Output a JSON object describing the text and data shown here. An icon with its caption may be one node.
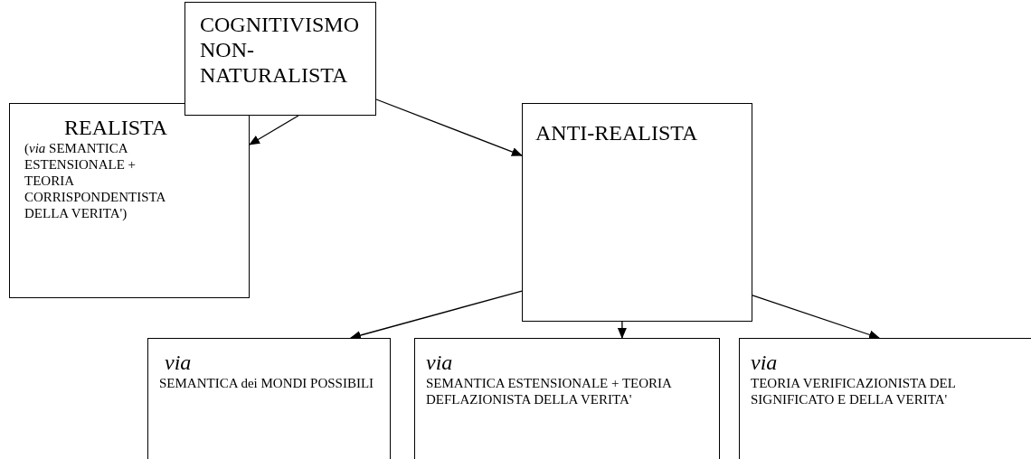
{
  "diagram": {
    "nodes": [
      {
        "text": [
          "COGNITIVISMO NON-NATURALISTA"
        ]
      },
      {
        "text": [
          "REALISTA",
          "(*via* SEMANTICA ESTENSIONALE + TEORIA CORRISPONDENTISTA DELLA VERITA')"
        ]
      },
      {
        "text": [
          "ANTI-REALISTA"
        ]
      },
      {
        "text": [
          "via",
          "SEMANTICA dei MONDI POSSIBILI"
        ]
      },
      {
        "text": [
          "via",
          "SEMANTICA ESTENSIONALE + TEORIA DEFLAZIONISTA DELLA VERITA'"
        ]
      },
      {
        "text": [
          "via",
          "TEORIA VERIFICAZIONISTA DEL SIGNIFICATO E DELLA VERITA'"
        ]
      }
    ],
    "edges": [
      {
        "from": 0,
        "to": 1,
        "arrow": "to"
      },
      {
        "from": 0,
        "to": 2,
        "arrow": "to"
      },
      {
        "from": 2,
        "to": 3,
        "arrow": "to"
      },
      {
        "from": 2,
        "to": 4,
        "arrow": "to"
      },
      {
        "from": 2,
        "to": 5,
        "arrow": "to"
      }
    ]
  }
}
